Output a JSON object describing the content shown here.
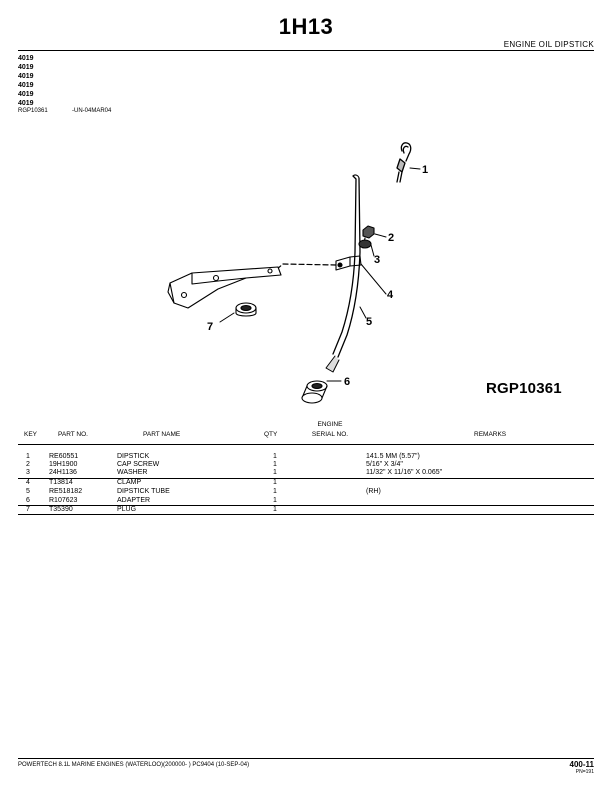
{
  "header": {
    "title": "1H13",
    "section": "ENGINE OIL DIPSTICK",
    "models": [
      "4019",
      "4019",
      "4019",
      "4019",
      "4019",
      "4019"
    ],
    "ref_code": "RGP10361",
    "ref_date": "-UN-04MAR04"
  },
  "illustration": {
    "code": "RGP10361",
    "callouts": [
      "1",
      "2",
      "3",
      "4",
      "5",
      "6",
      "7"
    ]
  },
  "table": {
    "headers": {
      "key": "KEY",
      "part_no": "PART NO.",
      "part_name": "PART NAME",
      "qty": "QTY",
      "serial_line1": "ENGINE",
      "serial_line2": "SERIAL NO.",
      "remarks": "REMARKS"
    },
    "rows": [
      {
        "key": "1",
        "part_no": "RE60551",
        "part_name": "DIPSTICK",
        "qty": "1",
        "remarks": "141.5 MM (5.57\")"
      },
      {
        "key": "2",
        "part_no": "19H1900",
        "part_name": "CAP SCREW",
        "qty": "1",
        "remarks": "5/16\" X 3/4\""
      },
      {
        "key": "3",
        "part_no": "24H1136",
        "part_name": "WASHER",
        "qty": "1",
        "remarks": "11/32\" X 11/16\" X 0.065\""
      },
      {
        "key": "4",
        "part_no": "T13814",
        "part_name": "CLAMP",
        "qty": "1",
        "remarks": ""
      },
      {
        "key": "5",
        "part_no": "RE518182",
        "part_name": "DIPSTICK TUBE",
        "qty": "1",
        "remarks": "(RH)"
      },
      {
        "key": "6",
        "part_no": "R107623",
        "part_name": "ADAPTER",
        "qty": "1",
        "remarks": ""
      },
      {
        "key": "7",
        "part_no": "T35390",
        "part_name": "PLUG",
        "qty": "1",
        "remarks": ""
      }
    ]
  },
  "footer": {
    "text": "POWERTECH 8.1L MARINE ENGINES (WATERLOO)(200000-    )   PC9404     (10-SEP-04)",
    "page": "400-11",
    "pn": "PN=191"
  }
}
